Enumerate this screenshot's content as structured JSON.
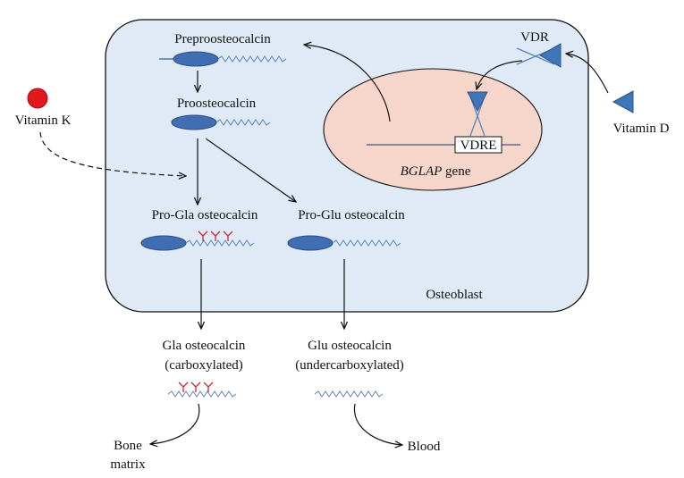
{
  "labels": {
    "cell": "Osteoblast",
    "preproosteocalcin": "Preproosteocalcin",
    "proosteocalcin": "Proosteocalcin",
    "pro_gla": "Pro-Gla osteocalcin",
    "pro_glu": "Pro-Glu osteocalcin",
    "gla": "Gla osteocalcin",
    "gla_sub": "(carboxylated)",
    "glu": "Glu osteocalcin",
    "glu_sub": "(undercarboxylated)",
    "bone_line1": "Bone",
    "bone_line2": "matrix",
    "blood": "Blood",
    "vitamin_k": "Vitamin K",
    "vitamin_d": "Vitamin D",
    "vdr": "VDR",
    "vdre": "VDRE",
    "gene_italic": "BGLAP",
    "gene_suffix": " gene"
  },
  "colors": {
    "cell_fill": "#dfeaf6",
    "nucleus_fill": "#f6d5cb",
    "protein_fill": "#3f6fb2",
    "vitamin_k": "#e0191c",
    "vitamin_d": "#3f76b8",
    "carboxyl": "#cc2a33",
    "chain": "#5a85c0"
  }
}
